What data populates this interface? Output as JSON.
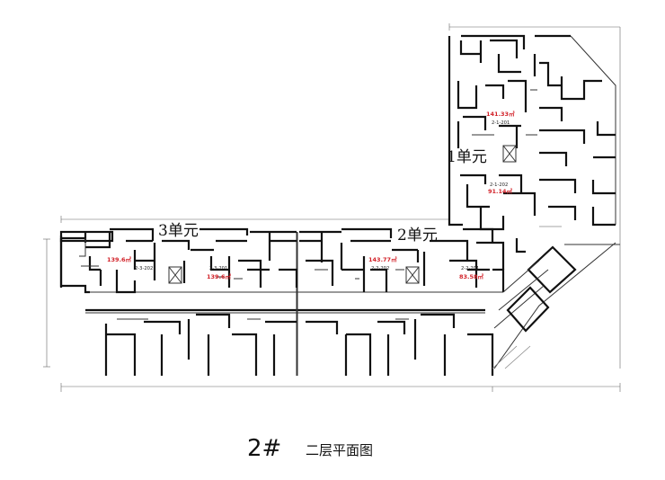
{
  "drawing": {
    "building_number": "2#",
    "floor_title": "二层平面图"
  },
  "units": [
    {
      "label": "1单元"
    },
    {
      "label": "2单元"
    },
    {
      "label": "3单元"
    }
  ],
  "apartments": [
    {
      "area": "141.33㎡",
      "code": "2-1-201"
    },
    {
      "area": "91.14㎡",
      "code": "2-1-202"
    },
    {
      "area": "143.77㎡",
      "code": "2-2-202"
    },
    {
      "area": "83.58㎡",
      "code": "2-2-201"
    },
    {
      "area": "139.6㎡",
      "code": "2-3-201"
    },
    {
      "area": "139.6㎡",
      "code": "2-3-202"
    }
  ],
  "colors": {
    "area_text": "#d2232a",
    "wall": "#111111"
  }
}
